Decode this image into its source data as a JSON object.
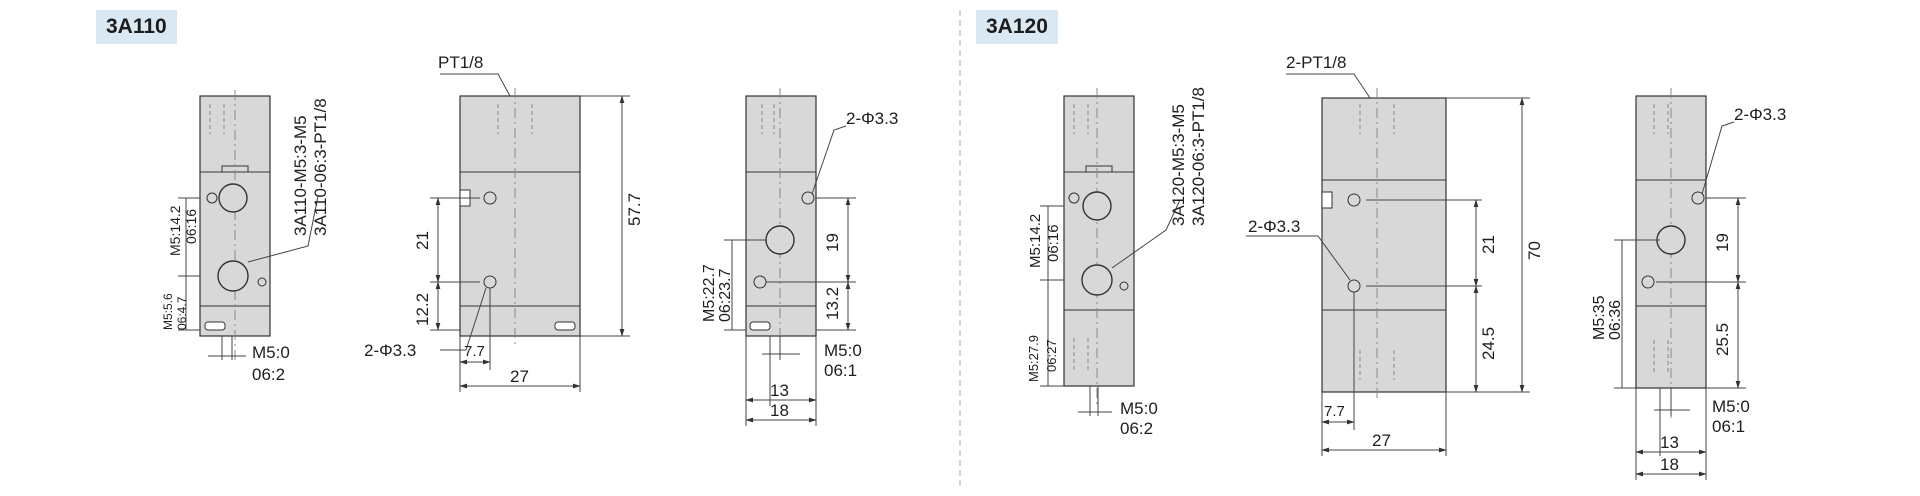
{
  "colors": {
    "body_fill": "#d8d8d8",
    "outline": "#333333",
    "dim_line": "#444444",
    "hidden_line": "#888888",
    "tag_background": "#d9e8f3",
    "divider": "#aaaaaa"
  },
  "panels": [
    {
      "tag": "3A110",
      "views": {
        "left": {
          "port_label_line1": "3A110-M5:3-M5",
          "port_label_line2": "3A110-06:3-PT1/8",
          "dim_side_1a": "M5:14.2",
          "dim_side_1b": "06:16",
          "dim_side_2a": "M5:5.6",
          "dim_side_2b": "06:4.7",
          "bottom_1": "M5:0",
          "bottom_2": "06:2"
        },
        "middle": {
          "port_label": "PT1/8",
          "height_total": "57.7",
          "dim_21": "21",
          "dim_12_2": "12.2",
          "dim_7_7": "7.7",
          "width": "27",
          "hole_label": "2-Φ3.3"
        },
        "right": {
          "hole_label": "2-Φ3.3",
          "dim_19": "19",
          "dim_13_2": "13.2",
          "dim_side_1a": "M5:22.7",
          "dim_side_1b": "06:23.7",
          "bottom_1": "M5:0",
          "bottom_2": "06:1",
          "dim_13": "13",
          "dim_18": "18"
        }
      }
    },
    {
      "tag": "3A120",
      "views": {
        "left": {
          "port_label_line1": "3A120-M5:3-M5",
          "port_label_line2": "3A120-06:3-PT1/8",
          "dim_side_1a": "M5:14.2",
          "dim_side_1b": "06:16",
          "dim_side_2a": "M5:27.9",
          "dim_side_2b": "06:27",
          "bottom_1": "M5:0",
          "bottom_2": "06:2"
        },
        "middle": {
          "port_label": "2-PT1/8",
          "hole_label": "2-Φ3.3",
          "dim_21": "21",
          "dim_70": "70",
          "dim_24_5": "24.5",
          "dim_7_7": "7.7",
          "width": "27"
        },
        "right": {
          "hole_label": "2-Φ3.3",
          "dim_19": "19",
          "dim_25_5": "25.5",
          "dim_side_1a": "M5:35",
          "dim_side_1b": "06:36",
          "bottom_1": "M5:0",
          "bottom_2": "06:1",
          "dim_13": "13",
          "dim_18": "18"
        }
      }
    }
  ]
}
